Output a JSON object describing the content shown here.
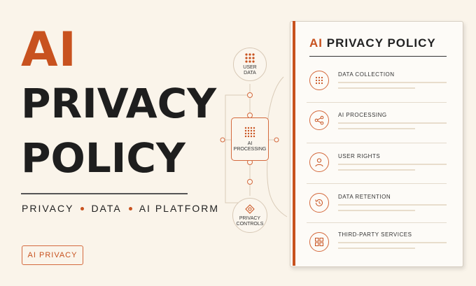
{
  "hero": {
    "line1": "AI",
    "line2": "PRIVACY",
    "line3": "POLICY",
    "tagline": [
      "PRIVACY",
      "DATA",
      "AI PLATFORM"
    ],
    "badge": "AI PRIVACY"
  },
  "diagram": {
    "top": {
      "label1": "USER",
      "label2": "DATA",
      "icon": "dot-grid-icon"
    },
    "middle": {
      "label1": "AI",
      "label2": "PROCESSING",
      "icon": "chip-icon"
    },
    "bottom": {
      "label1": "PRIVACY",
      "label2": "CONTROLS",
      "icon": "network-icon"
    }
  },
  "document": {
    "title_accent": "AI",
    "title_rest": "PRIVACY POLICY",
    "sections": [
      {
        "label": "DATA COLLECTION",
        "icon": "dot-grid-icon"
      },
      {
        "label": "AI PROCESSING",
        "icon": "share-icon"
      },
      {
        "label": "USER RIGHTS",
        "icon": "user-icon"
      },
      {
        "label": "DATA RETENTION",
        "icon": "history-icon"
      },
      {
        "label": "THIRD-PARTY SERVICES",
        "icon": "apps-icon"
      }
    ]
  },
  "colors": {
    "accent": "#c8521f",
    "background": "#faf4ea",
    "text": "#1e1e1e"
  }
}
